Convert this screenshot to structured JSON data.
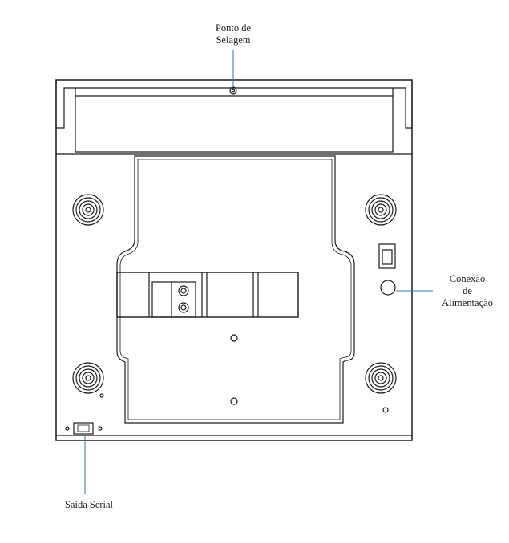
{
  "labels": {
    "sealing_point": {
      "line1": "Ponto de",
      "line2": "Selagem"
    },
    "power_connection": {
      "line1": "Conexão",
      "line2": "de",
      "line3": "Alimentação"
    },
    "serial_output": "Saída Serial"
  },
  "colors": {
    "outline": "#1a1a1a",
    "leader_line": "#3a6ea5",
    "background": "#ffffff"
  },
  "icons": [
    "foot-icon",
    "screw-icon",
    "power-switch-icon",
    "power-jack-icon",
    "serial-port-icon",
    "terminal-block-icon"
  ]
}
